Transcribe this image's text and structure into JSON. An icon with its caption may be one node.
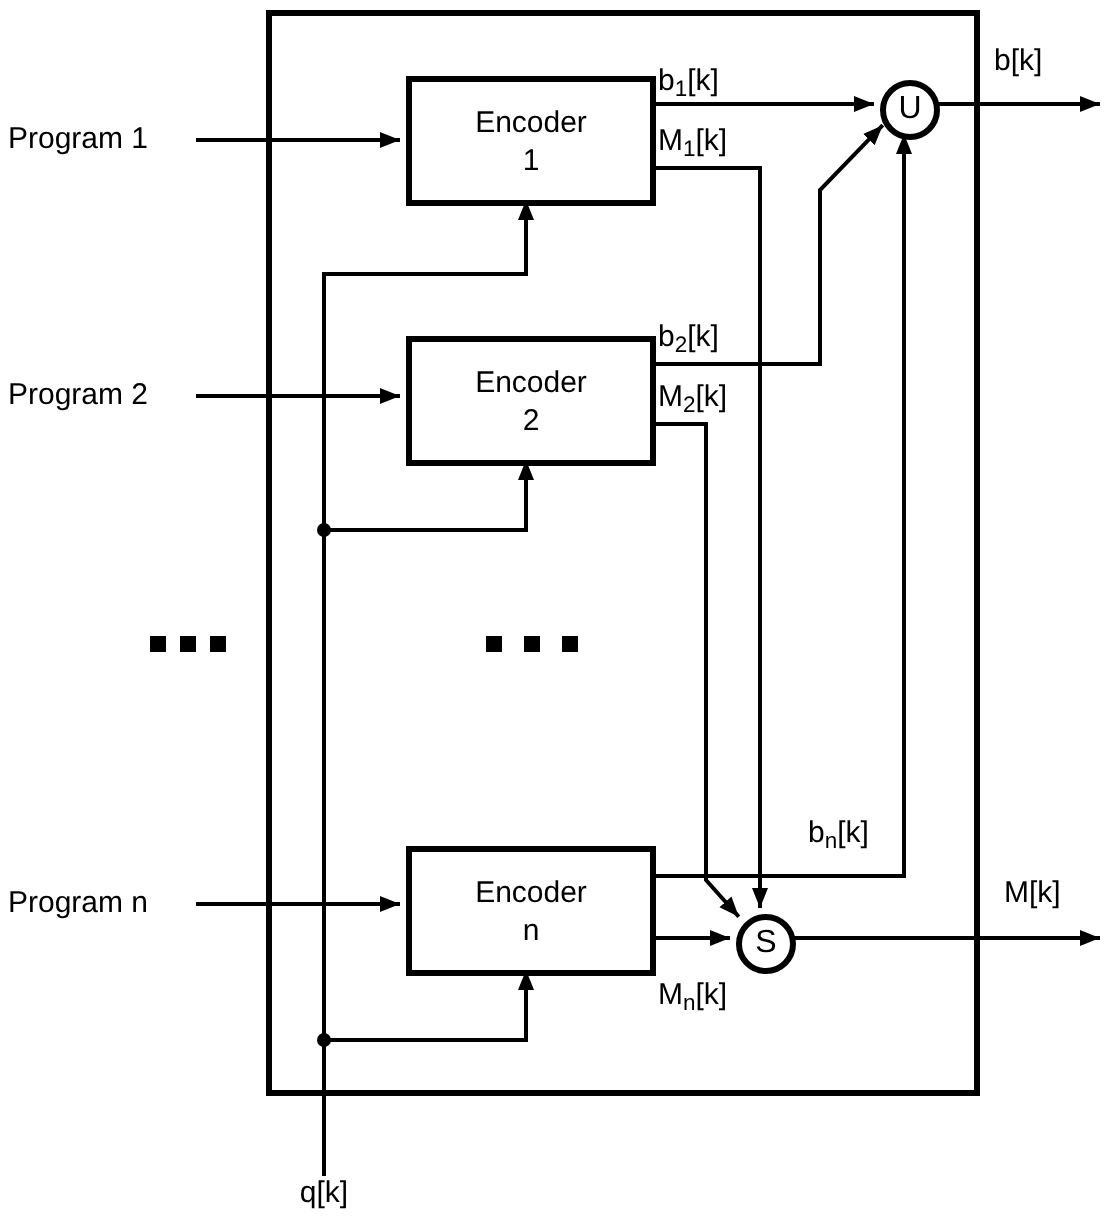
{
  "diagram": {
    "nodes": [
      {
        "text": [],
        "shape": "box"
      },
      {
        "text": [
          "Program 1"
        ]
      },
      {
        "text": [
          "Encoder 1"
        ],
        "in": 0
      },
      {
        "text": [
          "Program 2"
        ]
      },
      {
        "text": [
          "Encoder 2"
        ],
        "in": 0
      },
      {
        "text": [
          "Program n"
        ]
      },
      {
        "text": [
          "Encoder n"
        ],
        "in": 0
      },
      {
        "text": [
          "U"
        ],
        "in": 0
      },
      {
        "text": [
          "S"
        ],
        "in": 0
      },
      {
        "text": [
          "q[k]"
        ]
      }
    ],
    "edges": [
      {
        "from": 1,
        "to": 2,
        "arrow": "to"
      },
      {
        "from": 3,
        "to": 4,
        "arrow": "to"
      },
      {
        "from": 5,
        "to": 6,
        "arrow": "to"
      },
      {
        "from": 9,
        "to": 2,
        "arrow": "to"
      },
      {
        "from": 9,
        "to": 4,
        "arrow": "to"
      },
      {
        "from": 9,
        "to": 6,
        "arrow": "to"
      },
      {
        "from": 2,
        "to": 7,
        "arrow": "to",
        "label": "b$_{1}$[k]"
      },
      {
        "from": 4,
        "to": 7,
        "arrow": "to",
        "label": "b$_{2}$[k]"
      },
      {
        "from": 6,
        "to": 7,
        "arrow": "to",
        "label": "b$_{n}$[k]"
      },
      {
        "from": 2,
        "to": 8,
        "arrow": "to",
        "label": "M$_{1}$[k]"
      },
      {
        "from": 4,
        "to": 8,
        "arrow": "to",
        "label": "M$_{2}$[k]"
      },
      {
        "from": 6,
        "to": 8,
        "arrow": "to",
        "label": "M$_{n}$[k]"
      },
      {
        "from": 7,
        "to": null,
        "arrow": "to",
        "label": "b[k]"
      },
      {
        "from": 8,
        "to": null,
        "arrow": "to",
        "label": "M[k]"
      }
    ]
  }
}
